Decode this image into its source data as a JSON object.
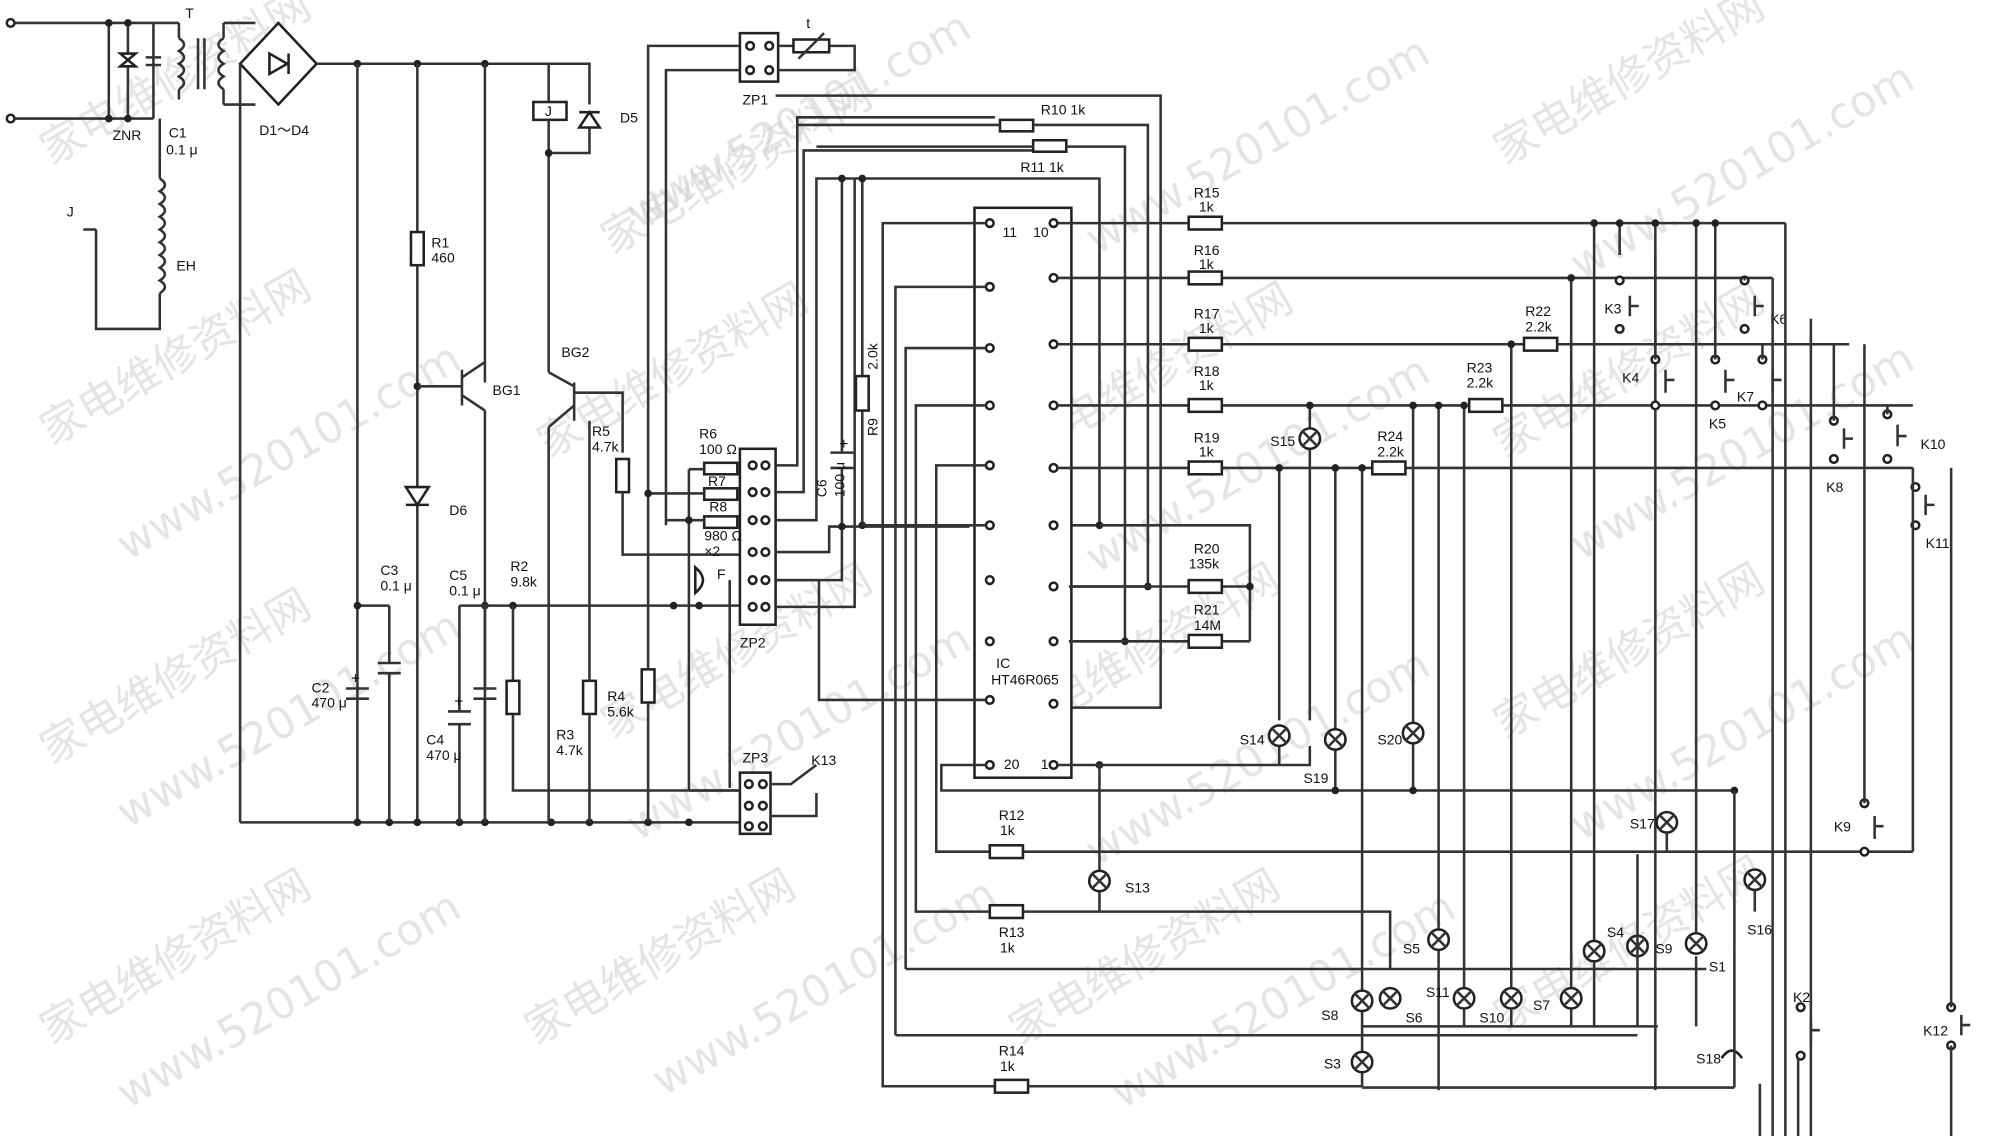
{
  "labels": {
    "T": "T",
    "ZNR": "ZNR",
    "C1": "C1",
    "C1v": "0.1 μ",
    "EH": "EH",
    "J1": "J",
    "D1D4": "D1～D4",
    "J2": "J",
    "D5": "D5",
    "ZP1": "ZP1",
    "t": "t",
    "R10": "R10  1k",
    "R11": "R11  1k",
    "R1": "R1",
    "R1v": "460",
    "BG1": "BG1",
    "BG2": "BG2",
    "D6": "D6",
    "R5": "R5",
    "R5v": "4.7k",
    "R6": "R6",
    "R6v": "100 Ω",
    "R7": "R7",
    "R8": "R8",
    "R8v": "980 Ω",
    "x2": "×2",
    "F": "F",
    "ZP2": "ZP2",
    "C6": "C6",
    "C6v": "100 μ",
    "R9": "R9",
    "R9v": "2.0k",
    "C3": "C3",
    "C3v": "0.1 μ",
    "C5": "C5",
    "C5v": "0.1 μ",
    "R2": "R2",
    "R2v": "9.8k",
    "C2": "C2",
    "C2v": "470 μ",
    "C4": "C4",
    "C4v": "470 μ",
    "R3": "R3",
    "R3v": "4.7k",
    "R4": "R4",
    "R4v": "5.6k",
    "ZP3": "ZP3",
    "K13": "K13",
    "IC": "IC",
    "ICpart": "HT46R065",
    "pin11": "11",
    "pin10": "10",
    "pin20": "20",
    "pin1": "1",
    "R12": "R12",
    "R12v": "1k",
    "R13": "R13",
    "R13v": "1k",
    "R14": "R14",
    "R14v": "1k",
    "R15": "R15",
    "R15v": "1k",
    "R16": "R16",
    "R16v": "1k",
    "R17": "R17",
    "R17v": "1k",
    "R18": "R18",
    "R18v": "1k",
    "R19": "R19",
    "R19v": "1k",
    "R20": "R20",
    "R20v": "135k",
    "R21": "R21",
    "R21v": "14M",
    "R22": "R22",
    "R22v": "2.2k",
    "R23": "R23",
    "R23v": "2.2k",
    "R24": "R24",
    "R24v": "2.2k",
    "K2": "K2",
    "K3": "K3",
    "K4": "K4",
    "K5": "K5",
    "K6": "K6",
    "K7": "K7",
    "K8": "K8",
    "K9": "K9",
    "K10": "K10",
    "K11": "K11",
    "K12": "K12",
    "S1": "S1",
    "S3": "S3",
    "S4": "S4",
    "S5": "S5",
    "S6": "S6",
    "S7": "S7",
    "S8": "S8",
    "S9": "S9",
    "S10": "S10",
    "S11": "S11",
    "S13": "S13",
    "S14": "S14",
    "S15": "S15",
    "S16": "S16",
    "S17": "S17",
    "S18": "S18",
    "S19": "S19",
    "S20": "S20"
  },
  "watermark": {
    "cn": "家电维修资料网",
    "url": "www.520101.com"
  }
}
